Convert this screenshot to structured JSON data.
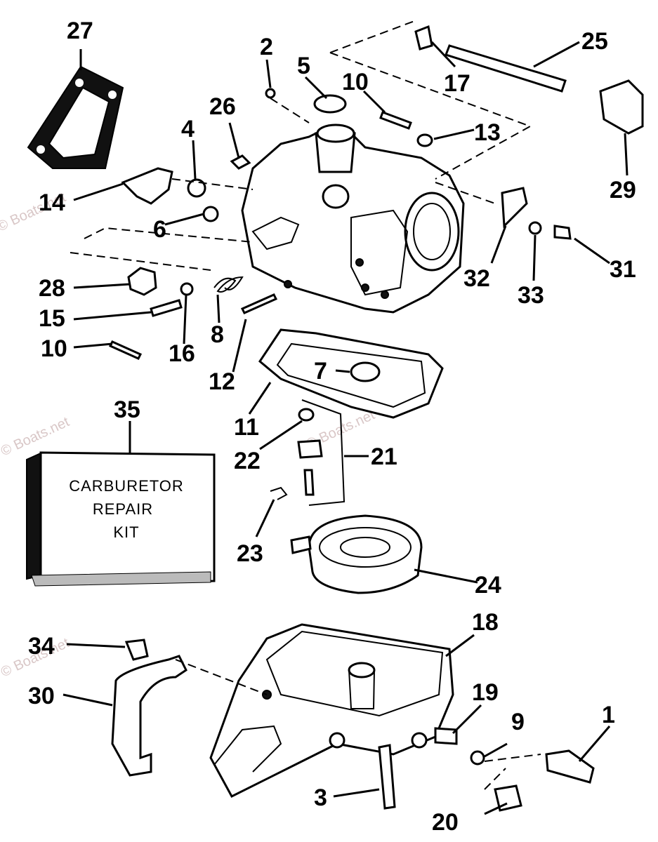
{
  "callouts": [
    "1",
    "2",
    "3",
    "4",
    "5",
    "6",
    "7",
    "8",
    "9",
    "10",
    "10",
    "11",
    "12",
    "13",
    "14",
    "15",
    "16",
    "17",
    "18",
    "19",
    "20",
    "21",
    "22",
    "23",
    "24",
    "25",
    "26",
    "27",
    "28",
    "29",
    "30",
    "31",
    "32",
    "33",
    "34",
    "35"
  ],
  "kit_box": {
    "line1": "CARBURETOR",
    "line2": "REPAIR",
    "line3": "KIT"
  },
  "watermark": "© Boats.net",
  "colors": {
    "ink": "#000000",
    "watermark": "#d9c7c7",
    "background": "#ffffff"
  }
}
